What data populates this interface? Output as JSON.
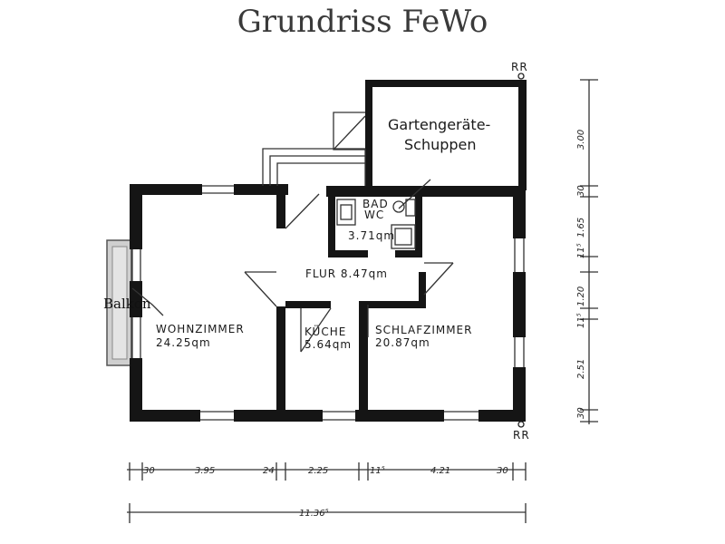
{
  "title": "Grundriss FeWo",
  "rooms": {
    "garden_shed_line1": "Gartengeräte-",
    "garden_shed_line2": "Schuppen",
    "bath_line1": "BAD",
    "bath_line2": "WC",
    "bath_area": "3.71qm",
    "hall": "FLUR 8.47qm",
    "living_name": "WOHNZIMMER",
    "living_area": "24.25qm",
    "kitchen_name": "KÜCHE",
    "kitchen_area": "5.64qm",
    "bedroom_name": "SCHLAFZIMMER",
    "bedroom_area": "20.87qm"
  },
  "labels": {
    "balcony": "Balkon",
    "rr_top": "RR",
    "rr_bottom": "RR"
  },
  "dimensions": {
    "horizontal": [
      "30",
      "3.95",
      "24",
      "2.25",
      "11⁵",
      "4.21",
      "30"
    ],
    "total": "11.36⁵",
    "vertical": [
      "3.00",
      "30",
      "1.65",
      "11⁵",
      "1.20",
      "11⁵",
      "2.51",
      "30"
    ]
  }
}
